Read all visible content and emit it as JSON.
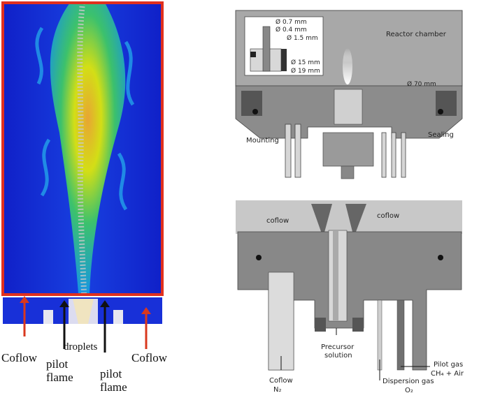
{
  "left_panel": {
    "labels": {
      "coflow_left": "Coflow",
      "pilot_left_1": "pilot",
      "pilot_left_2": "flame",
      "droplets": "droplets",
      "pilot_right_1": "pilot",
      "pilot_right_2": "flame",
      "coflow_right": "Coflow"
    },
    "colors": {
      "border": "#e0301e",
      "arrow_red": "#d9381e",
      "arrow_black": "#111111"
    }
  },
  "top_right": {
    "dims": {
      "d07": "Ø 0.7 mm",
      "d04": "Ø 0.4 mm",
      "d15": "Ø 1.5 mm",
      "d15mm": "Ø 15 mm",
      "d19mm": "Ø 19 mm",
      "d70mm": "Ø 70 mm"
    },
    "labels": {
      "reactor": "Reactor chamber",
      "mounting": "Mounting",
      "sealing": "Sealing"
    }
  },
  "bottom_right": {
    "labels": {
      "coflow_l": "coflow",
      "coflow_r": "coflow",
      "precursor_1": "Precursor",
      "precursor_2": "solution",
      "coflow_n2_1": "Coflow",
      "coflow_n2_2": "N₂",
      "dispersion_1": "Dispersion gas",
      "dispersion_2": "O₂",
      "pilot_1": "Pilot gas",
      "pilot_2": "CH₄ + Air"
    }
  }
}
